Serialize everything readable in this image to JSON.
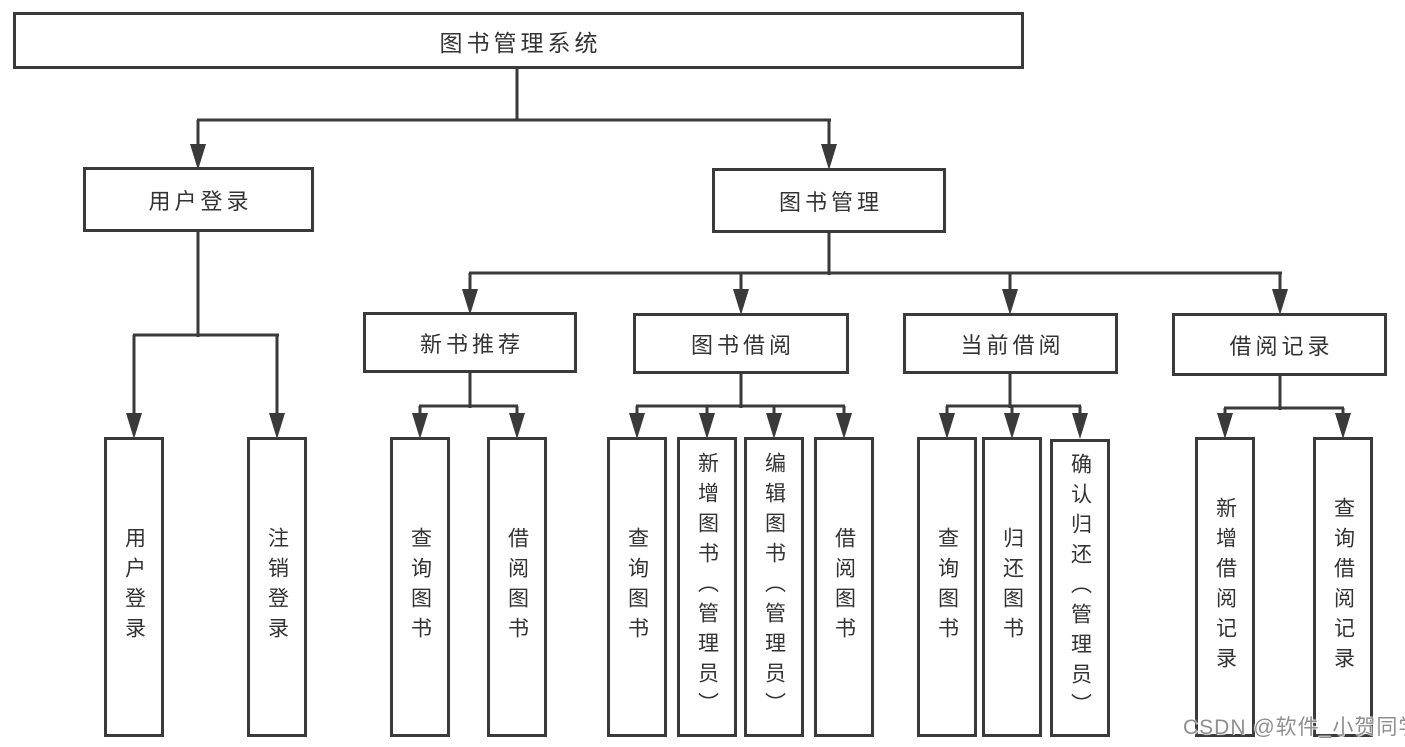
{
  "nodes": {
    "root": "图书管理系统",
    "user_login": "用户登录",
    "book_mgmt": "图书管理",
    "new_book": "新书推荐",
    "book_borrow": "图书借阅",
    "current_borrow": "当前借阅",
    "borrow_record": "借阅记录",
    "leaves": {
      "user_login": [
        "用户登录",
        "注销登录"
      ],
      "new_book": [
        "查询图书",
        "借阅图书"
      ],
      "book_borrow": [
        "查询图书",
        "新增图书（管理员）",
        "编辑图书（管理员）",
        "借阅图书"
      ],
      "current_borrow": [
        "查询图书",
        "归还图书",
        "确认归还（管理员）"
      ],
      "borrow_record": [
        "新增借阅记录",
        "查询借阅记录"
      ]
    }
  },
  "watermark": "CSDN @软件_小贺同学",
  "colors": {
    "line": "#3a3a3a",
    "text": "#333333",
    "background": "#ffffff",
    "watermark": "#8f8f8f"
  }
}
